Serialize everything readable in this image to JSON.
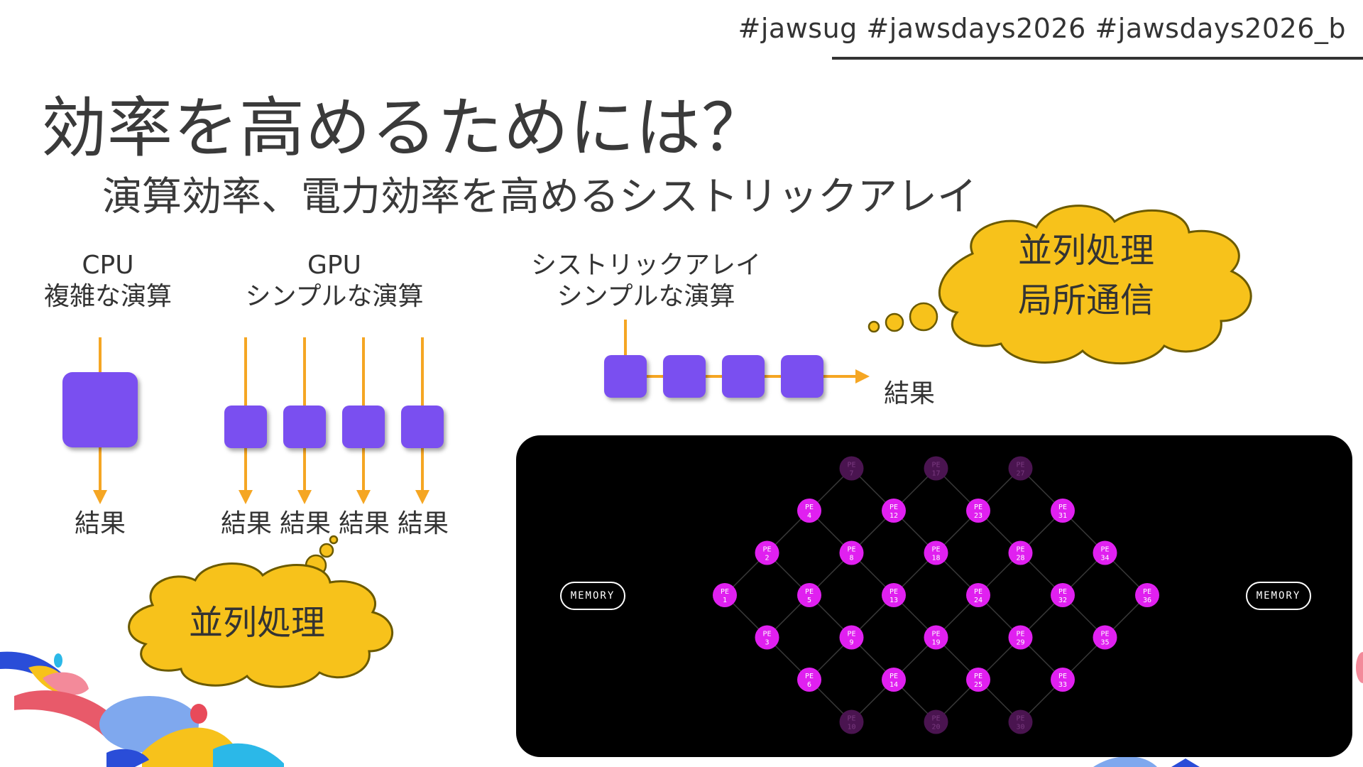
{
  "header": {
    "hashtags": "#jawsug #jawsdays2026 #jawsdays2026_b"
  },
  "slide": {
    "title": "効率を高めるためには？",
    "subtitle": "演算効率、電力効率を高めるシストリックアレイ"
  },
  "cpu": {
    "name": "CPU",
    "desc": "複雑な演算",
    "result": "結果"
  },
  "gpu": {
    "name": "GPU",
    "desc": "シンプルな演算",
    "results": [
      "結果",
      "結果",
      "結果",
      "結果"
    ]
  },
  "systolic": {
    "name": "シストリックアレイ",
    "desc": "シンプルな演算",
    "result": "結果"
  },
  "clouds": {
    "bottom_left": "並列処理",
    "top_right_line1": "並列処理",
    "top_right_line2": "局所通信"
  },
  "pe_diagram": {
    "memory_left": "MEMORY",
    "memory_right": "MEMORY",
    "pe_prefix": "PE",
    "nodes_bright": [
      1,
      2,
      3,
      4,
      5,
      6,
      8,
      9,
      12,
      13,
      14,
      18,
      19,
      23,
      24,
      25,
      28,
      29,
      31,
      32,
      33,
      34,
      35,
      36
    ],
    "nodes_dim": [
      7,
      10,
      17,
      20,
      27,
      30
    ]
  },
  "colors": {
    "accent_orange": "#f5a623",
    "box_purple": "#7a4ff0",
    "cloud_yellow": "#f7c21b",
    "pe_magenta": "#e020f0"
  }
}
